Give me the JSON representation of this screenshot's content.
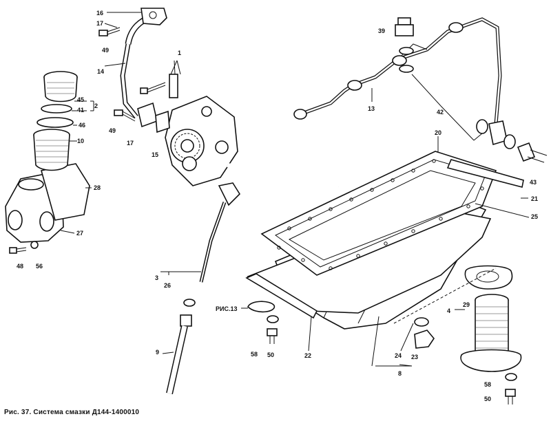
{
  "caption": "Рис. 37. Система смазки Д144-1400010",
  "callouts": {
    "c1": "1",
    "c2": "2",
    "c3": "3",
    "c4": "4",
    "c8": "8",
    "c9": "9",
    "c10": "10",
    "c13": "13",
    "c14": "14",
    "c15": "15",
    "c16": "16",
    "c17a": "17",
    "c17b": "17",
    "c20": "20",
    "c21": "21",
    "c22": "22",
    "c23": "23",
    "c24": "24",
    "c25": "25",
    "c26": "26",
    "c27": "27",
    "c28": "28",
    "c29": "29",
    "c39": "39",
    "c41": "41",
    "c42": "42",
    "c43": "43",
    "c45": "45",
    "c46": "46",
    "c48": "48",
    "c49a": "49",
    "c49b": "49",
    "c50a": "50",
    "c50b": "50",
    "c56": "56",
    "c58a": "58",
    "c58b": "58",
    "ris13": "РИС.13"
  }
}
